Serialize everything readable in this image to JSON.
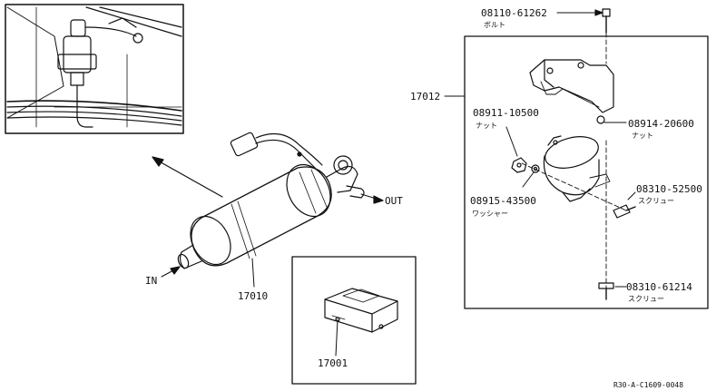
{
  "labels": {
    "pump": "17010",
    "bracket_assy": "17012",
    "module": "17001",
    "inlet": "IN",
    "outlet": "OUT",
    "bolt_top": {
      "part": "08110-61262",
      "name": "ボルト"
    },
    "nut_a": {
      "part": "08911-10500",
      "name": "ナット"
    },
    "nut_b": {
      "part": "08914-20600",
      "name": "ナット"
    },
    "washer": {
      "part": "08915-43500",
      "name": "ワッシャー"
    },
    "screw_a": {
      "part": "08310-52500",
      "name": "スクリュー"
    },
    "screw_b": {
      "part": "08310-61214",
      "name": "スクリュー"
    }
  },
  "diagram_code": "R30-A-C1609-0048",
  "colors": {
    "ink": "#111111",
    "background": "#ffffff"
  }
}
